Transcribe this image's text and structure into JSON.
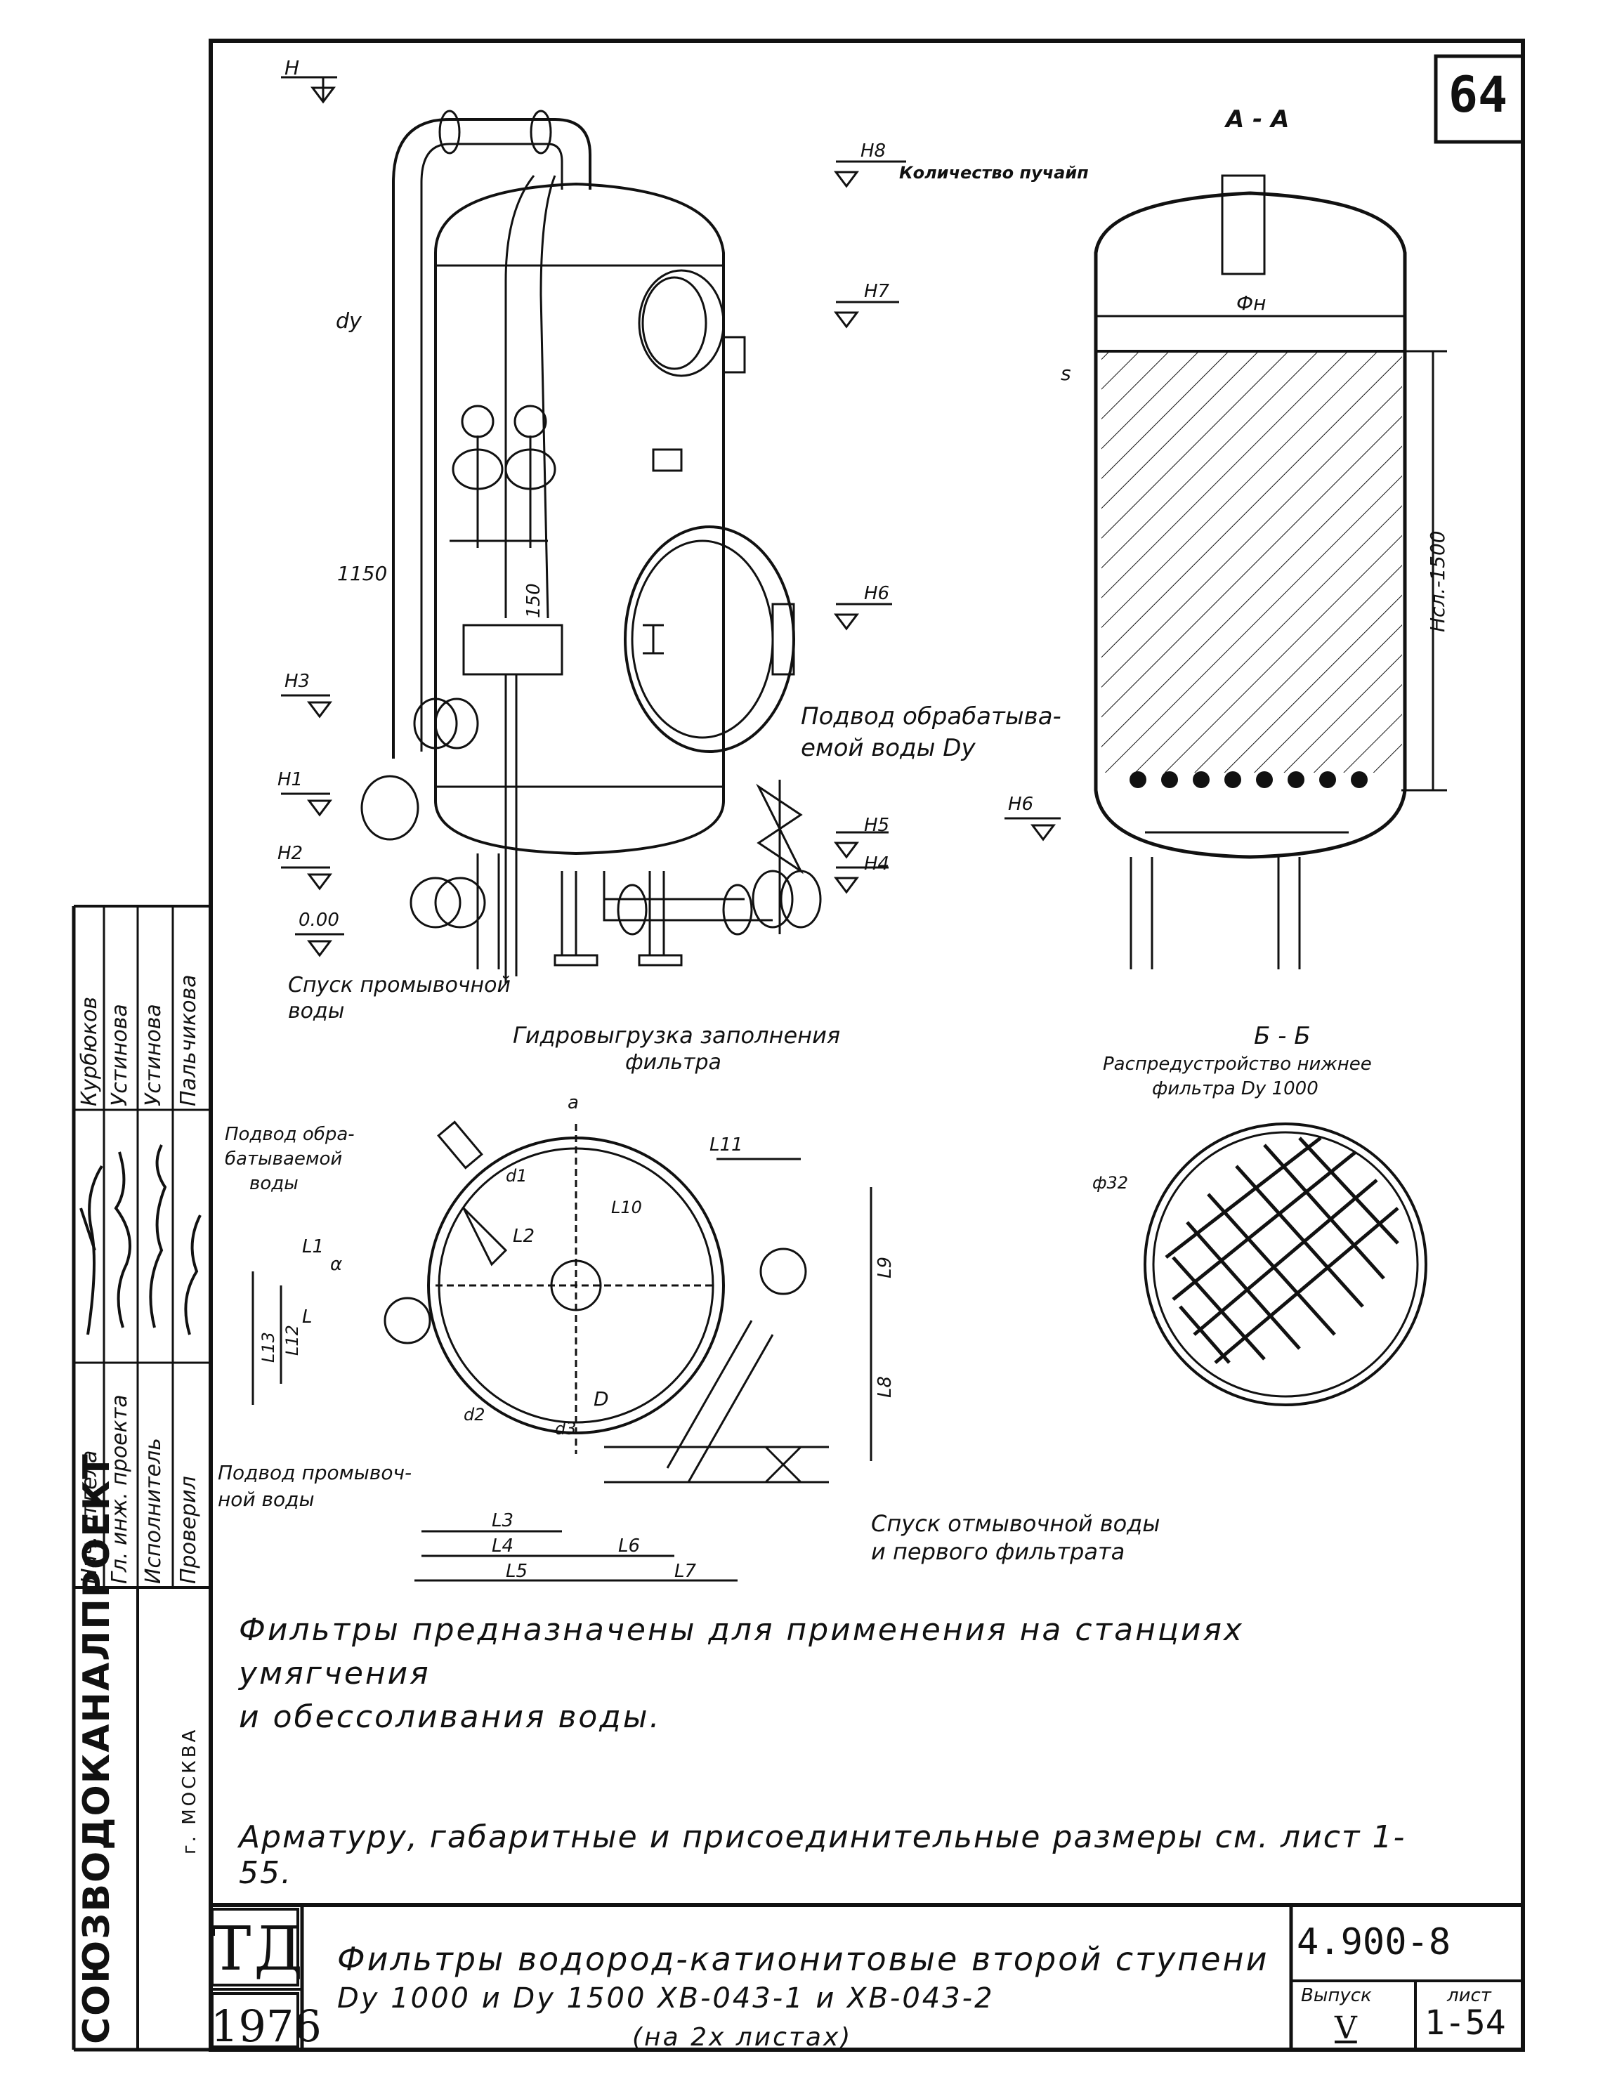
{
  "sheet_number": "64",
  "drawing_labels": {
    "section_aa": "А - А",
    "section_bb": "Б - Б",
    "bb_caption_line1": "Распредустройство нижнее",
    "bb_caption_line2": "фильтра Dy 1000",
    "quantity_label": "Количество пучайп",
    "hydro_line1": "Гидровыгрузка заполнения",
    "hydro_line2": "фильтра",
    "inlet_treated_line1": "Подвод обрабатыва-",
    "inlet_treated_line2": "емой воды Dy",
    "drain_wash_line1": "Спуск промывочной",
    "drain_wash_line2": "воды",
    "inlet_treated_plan_line1": "Подвод обра-",
    "inlet_treated_plan_line2": "батываемой",
    "inlet_treated_plan_line3": "воды",
    "inlet_wash_line1": "Подвод промывоч-",
    "inlet_wash_line2": "ной воды",
    "drain_rinse_line1": "Спуск отмывочной воды",
    "drain_rinse_line2": "и первого фильтрата",
    "dy": "dy",
    "phi_n": "Фн",
    "s": "s",
    "h_layer": "Hсл.-1500",
    "dim_1150": "1150",
    "dim_150": "150",
    "d_phi32": "ф32",
    "levels": [
      "H",
      "H8",
      "H7",
      "H6",
      "H3",
      "H1",
      "H2",
      "0.00",
      "H5",
      "H4",
      "H6"
    ],
    "plan_dims": [
      "L1",
      "L2",
      "L3",
      "L4",
      "L5",
      "L6",
      "L7",
      "L8",
      "L9",
      "L10",
      "L11",
      "L12",
      "L13",
      "L",
      "D",
      "a",
      "d1",
      "d2",
      "d3",
      "α"
    ]
  },
  "notes": {
    "note1_line1": "Фильтры предназначены для применения на станциях умягчения",
    "note1_line2": "и обессоливания воды.",
    "note2": "Арматуру, габаритные и присоединительные размеры см. лист 1-55."
  },
  "side_block": {
    "org": "СОЮЗВОДОКАНАЛПРОЕКТ",
    "city": "г. МОСКВА",
    "roles": [
      "Нач. отдела",
      "Гл. инж. проекта",
      "Исполнитель",
      "Проверил"
    ],
    "names": [
      "Курбюков",
      "Устинова",
      "Устинова",
      "Пальчикова"
    ]
  },
  "title_block": {
    "td": "ТД",
    "year": "1976",
    "title_line1": "Фильтры водород-катионитовые второй ступени",
    "title_line2": "Dy 1000 и Dy 1500 ХВ-043-1 и ХВ-043-2",
    "title_line3": "(на 2х листах)",
    "code": "4.900-8",
    "issue_label": "Выпуск",
    "issue_value": "V",
    "sheet_label": "лист",
    "sheet_value": "1-54"
  }
}
